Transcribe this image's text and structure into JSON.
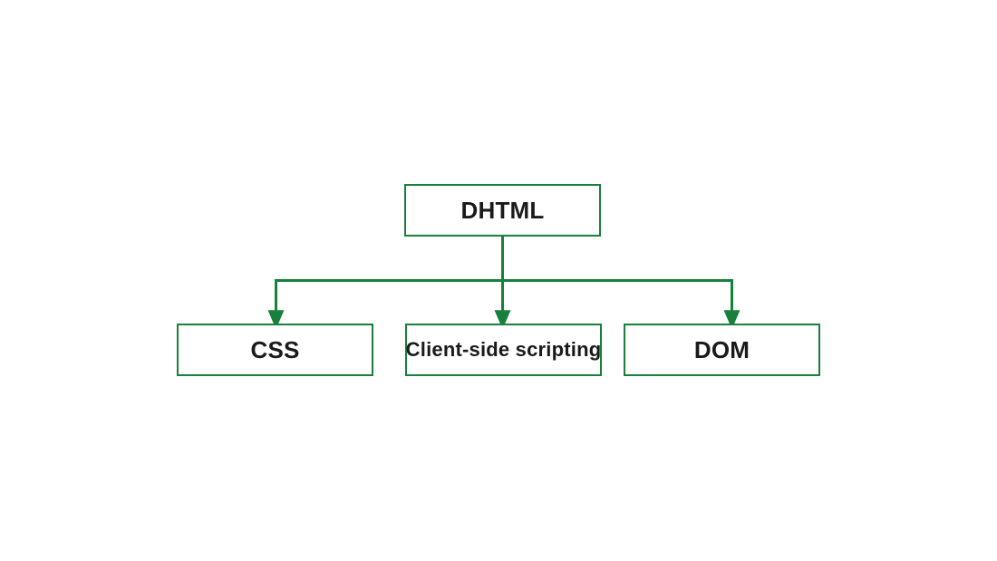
{
  "diagram": {
    "title_text": "DHTML",
    "accent_color": "#17813b",
    "text_color": "#1a1a1a",
    "background_color": "#ffffff",
    "root": {
      "label": "DHTML"
    },
    "children": [
      {
        "label": "CSS"
      },
      {
        "label": "Client-side scripting"
      },
      {
        "label": "DOM"
      }
    ],
    "connectors": {
      "trunk_label": "vertical-trunk",
      "bus_label": "horizontal-bus",
      "arrow_labels": [
        "arrow-to-css",
        "arrow-to-client-side-scripting",
        "arrow-to-dom"
      ]
    }
  }
}
